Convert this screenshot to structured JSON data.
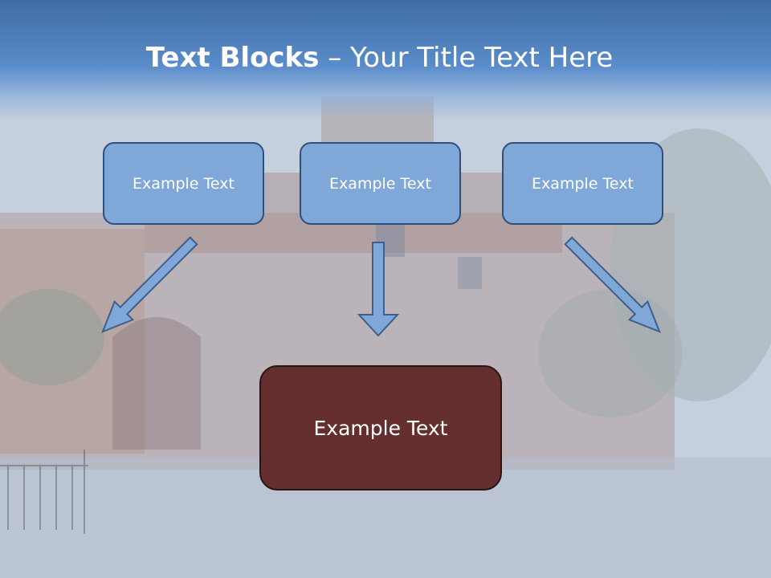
{
  "slide": {
    "title_bold": "Text Blocks",
    "title_separator": " – ",
    "title_rest": "Your Title Text Here",
    "boxes": [
      {
        "label": "Example Text"
      },
      {
        "label": "Example Text"
      },
      {
        "label": "Example Text"
      }
    ],
    "main_box": {
      "label": "Example Text"
    }
  },
  "colors": {
    "title_band": "#4f80c0",
    "box_fill": "#7fa8d8",
    "box_border": "#2f4f7d",
    "main_box_fill": "#652f2f",
    "arrow_fill": "#7fa8d8",
    "arrow_stroke": "#3d5f8d"
  },
  "icons": [
    "arrow-down-right-icon",
    "arrow-down-icon",
    "arrow-down-left-icon"
  ]
}
